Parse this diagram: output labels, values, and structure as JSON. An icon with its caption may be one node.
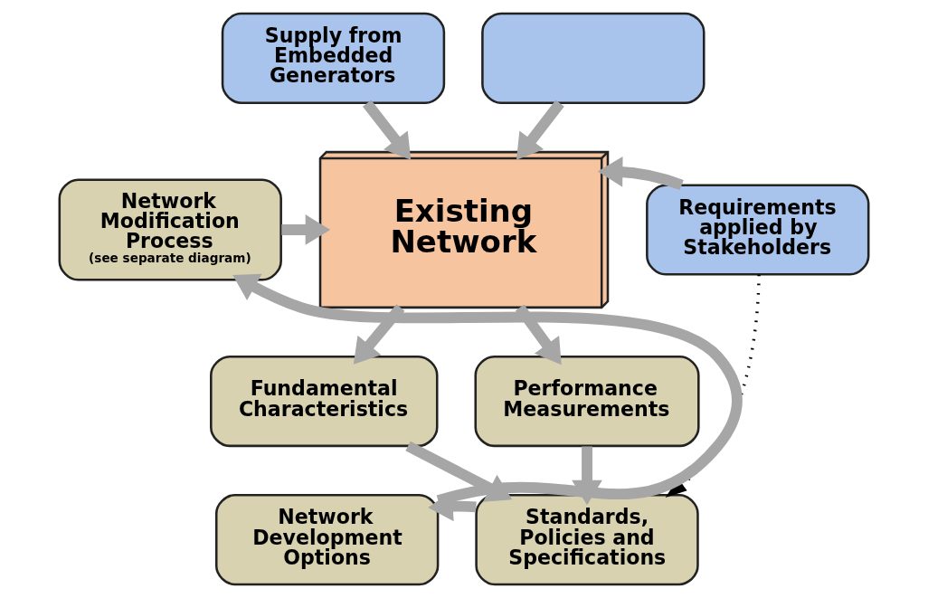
{
  "diagram": {
    "nodes": [
      {
        "text": [
          "Supply from Embedded Generators"
        ]
      },
      {
        "text": [],
        "shape": "box"
      },
      {
        "text": [
          "Network Modification Process",
          "(see separate diagram)"
        ]
      },
      {
        "text": [
          "Existing Network"
        ]
      },
      {
        "text": [
          "Requirements applied by Stakeholders"
        ]
      },
      {
        "text": [
          "Fundamental Characteristics"
        ]
      },
      {
        "text": [
          "Performance Measurements"
        ]
      },
      {
        "text": [
          "Network Development Options"
        ]
      },
      {
        "text": [
          "Standards, Policies and Specifications"
        ]
      }
    ],
    "edges": [
      {
        "from": 0,
        "to": 3,
        "arrow": "to"
      },
      {
        "from": 1,
        "to": 3,
        "arrow": "to"
      },
      {
        "from": 2,
        "to": 3,
        "arrow": "to"
      },
      {
        "from": 4,
        "to": 3,
        "arrow": "to"
      },
      {
        "from": 3,
        "to": 5,
        "arrow": "to"
      },
      {
        "from": 3,
        "to": 6,
        "arrow": "to"
      },
      {
        "from": 5,
        "to": 8,
        "arrow": "to"
      },
      {
        "from": 6,
        "to": 8,
        "arrow": "to"
      },
      {
        "from": 4,
        "to": 8,
        "arrow": "to",
        "style": "dashed",
        "color": "#000000"
      },
      {
        "from": 8,
        "to": 7,
        "arrow": "to"
      },
      {
        "from": 7,
        "to": 2,
        "arrow": "to"
      }
    ]
  }
}
